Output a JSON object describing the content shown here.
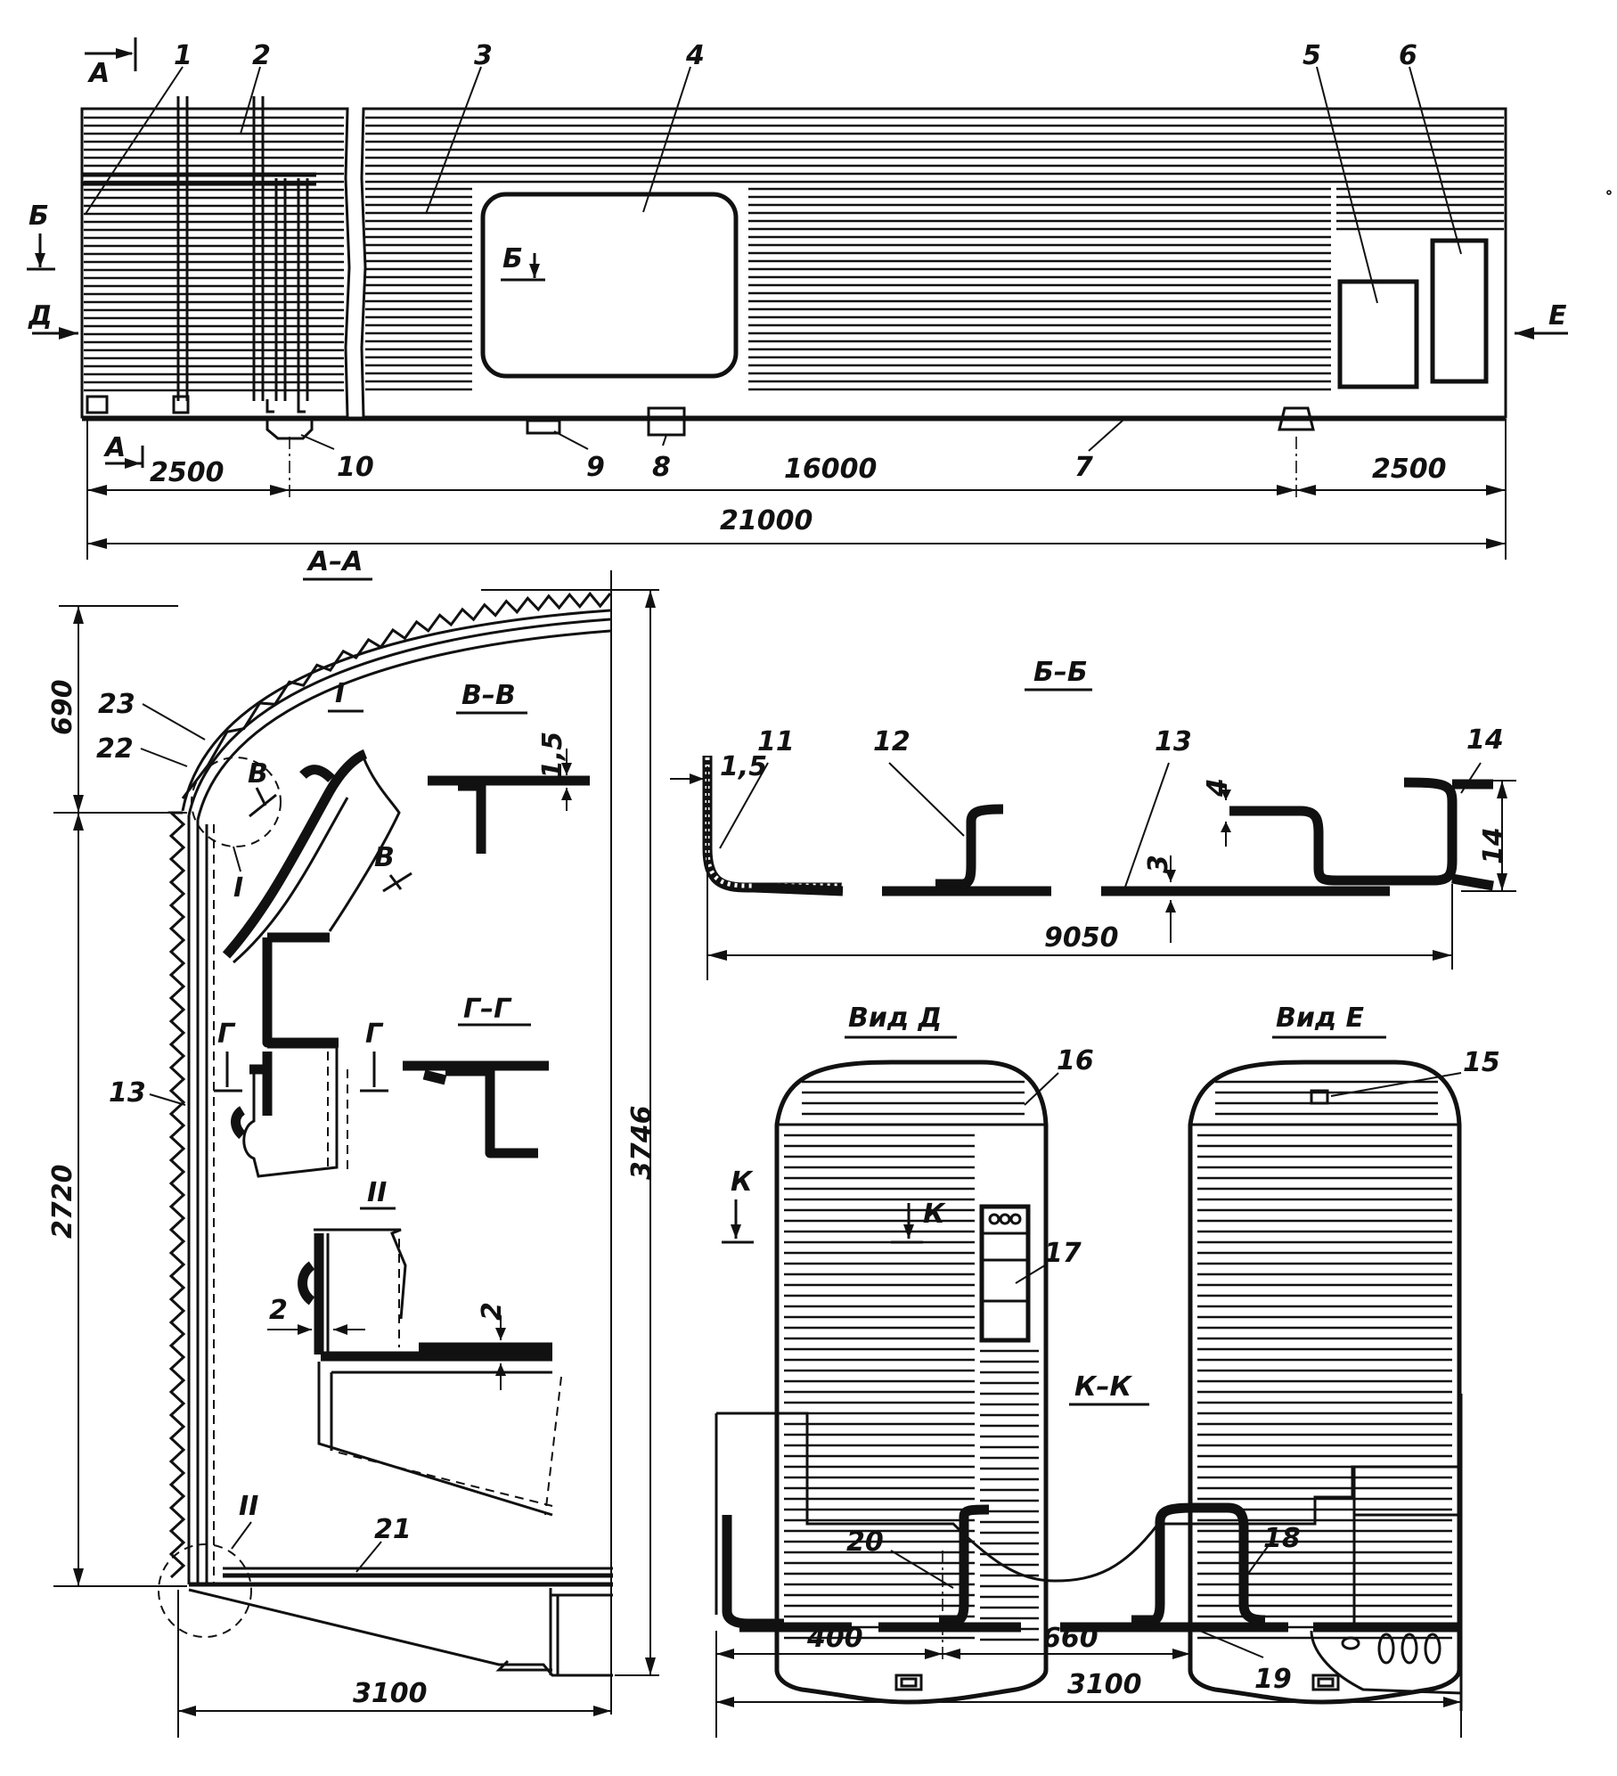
{
  "section_titles": {
    "a_a": "А–А",
    "b_b": "Б–Б",
    "v_v": "В–В",
    "g_g": "Г–Г",
    "k_k": "К–К",
    "view_d": "Вид Д",
    "view_e": "Вид Е",
    "detail_1": "I",
    "detail_2": "II"
  },
  "cut_markers": {
    "a": "А",
    "b": "Б",
    "v": "В",
    "g": "Г",
    "k": "К",
    "d": "Д",
    "e": "Е",
    "detail_1": "I",
    "detail_2": "II"
  },
  "part_numbers": [
    "1",
    "2",
    "3",
    "4",
    "5",
    "6",
    "7",
    "8",
    "9",
    "10",
    "11",
    "12",
    "13",
    "14",
    "15",
    "16",
    "17",
    "18",
    "19",
    "20",
    "21",
    "22",
    "23"
  ],
  "dimensions": {
    "side_left": "2500",
    "side_middle": "16000",
    "side_right": "2500",
    "side_total": "21000",
    "aa_roof_height": "690",
    "aa_wall_height": "2720",
    "aa_total_height": "3746",
    "aa_width": "3100",
    "vv_thickness": "1,5",
    "detail2_a": "2",
    "detail2_b": "2",
    "bb_thickness_left": "1,5",
    "bb_thickness_4": "4",
    "bb_thickness_3": "3",
    "bb_height_14": "14",
    "bb_length": "9050",
    "kk_400": "400",
    "kk_660": "660",
    "kk_width": "3100"
  }
}
